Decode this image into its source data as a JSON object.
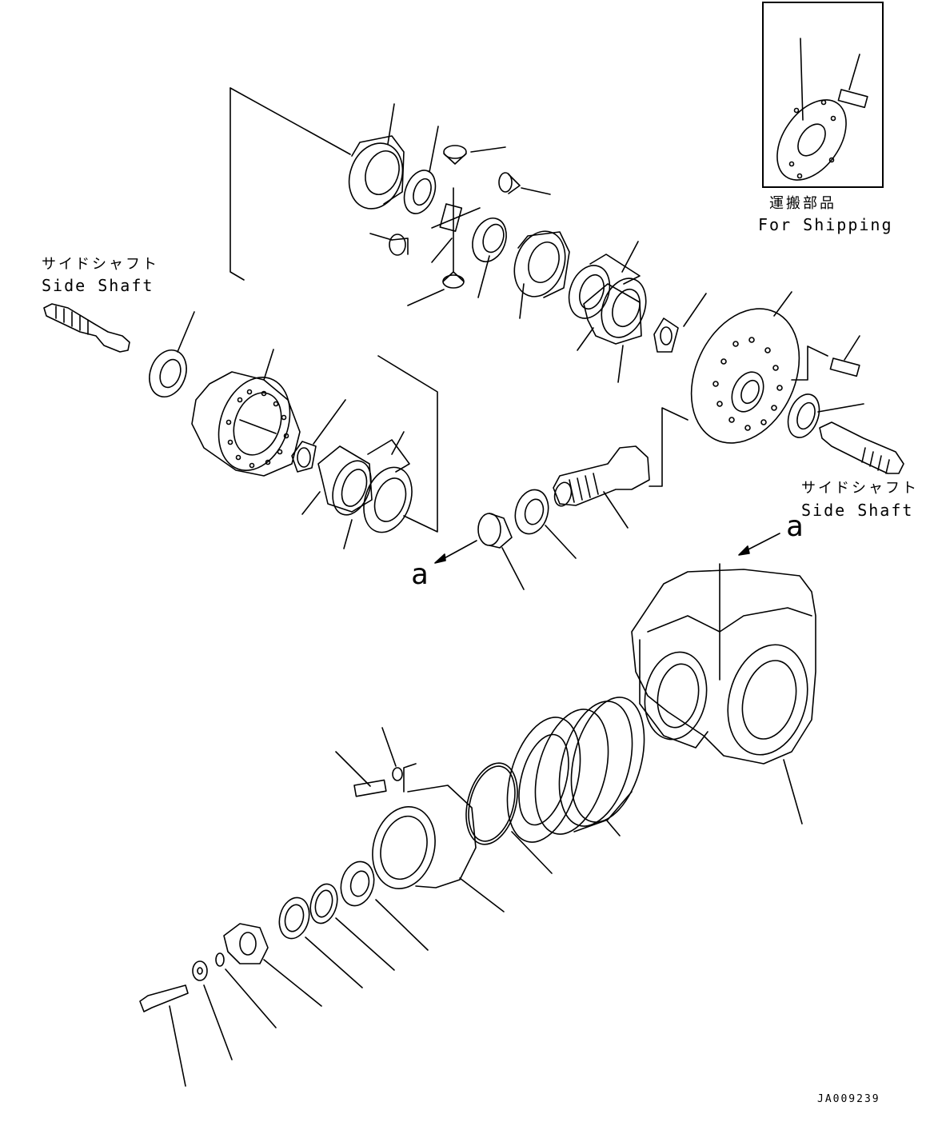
{
  "labels": {
    "side_shaft_left_jp": "サイドシャフト",
    "side_shaft_left_en": "Side Shaft",
    "side_shaft_right_jp": "サイドシャフト",
    "side_shaft_right_en": "Side Shaft",
    "for_shipping_jp": "運搬部品",
    "for_shipping_en": "For Shipping",
    "arrow_a_left": "a",
    "arrow_a_right": "a",
    "drawing_code": "JA009239"
  }
}
